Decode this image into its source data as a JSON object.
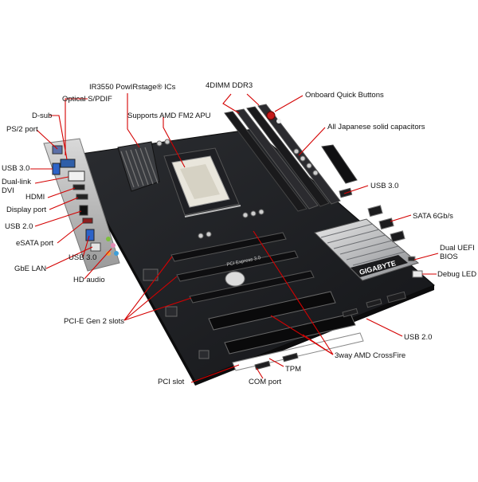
{
  "brand": "GIGABYTE",
  "pcb_text": "PCI Express 3.0",
  "accent_color": "#d40000",
  "labels": {
    "ir3550": "IR3550 PowIRstage® ICs",
    "dimm": "4DIMM DDR3",
    "quick_buttons": "Onboard Quick Buttons",
    "optical": "Optical S/PDIF",
    "apu": "Supports AMD FM2 APU",
    "capacitors": "All Japanese solid capacitors",
    "dsub": "D-sub",
    "ps2": "PS/2 port",
    "usb3_left": "USB 3.0",
    "dvi": "Dual-link\nDVI",
    "hdmi": "HDMI",
    "usb3_right": "USB 3.0",
    "displayport": "Display port",
    "sata": "SATA 6Gb/s",
    "usb2_left": "USB 2.0",
    "esata": "eSATA port",
    "dual_uefi": "Dual UEFI\nBIOS",
    "usb3_bottom": "USB 3.0",
    "gbe": "GbE LAN",
    "debug_led": "Debug LED",
    "hd_audio": "HD audio",
    "pcie_gen2": "PCI-E Gen 2 slots",
    "usb2_right": "USB 2.0",
    "crossfire": "3way AMD CrossFire",
    "tpm": "TPM",
    "pci_slot": "PCI slot",
    "com_port": "COM port"
  }
}
